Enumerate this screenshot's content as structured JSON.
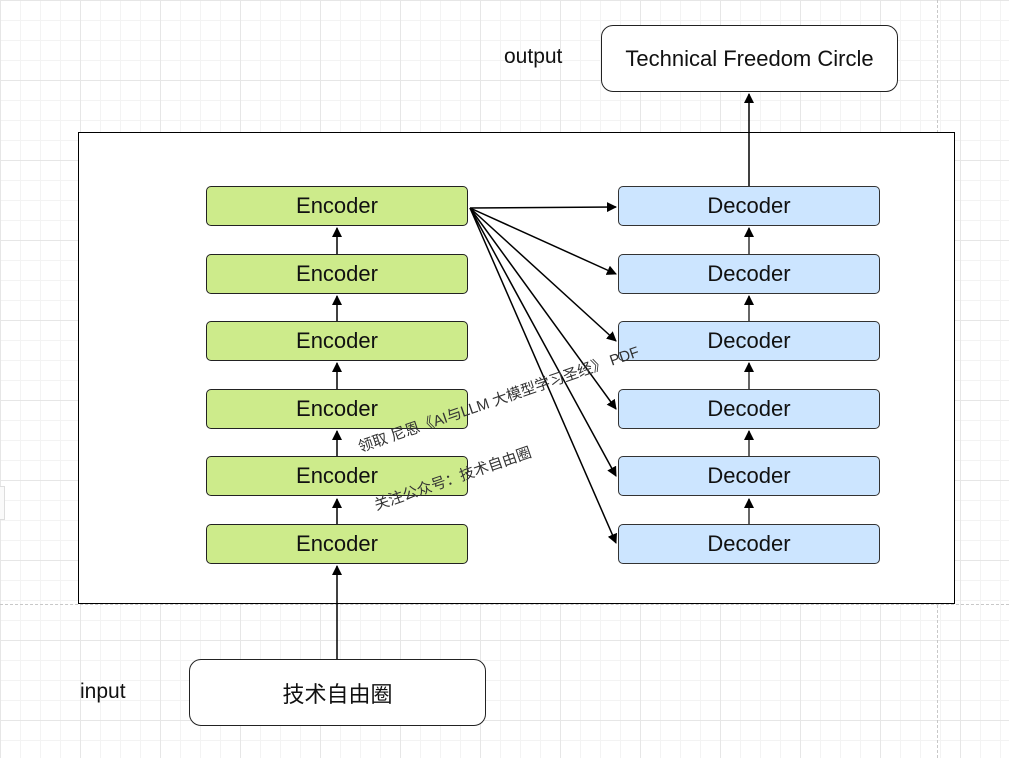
{
  "input": {
    "label": "input",
    "box_text": "技术自由圈"
  },
  "output": {
    "label": "output",
    "box_text": "Technical Freedom Circle"
  },
  "encoders": [
    "Encoder",
    "Encoder",
    "Encoder",
    "Encoder",
    "Encoder",
    "Encoder"
  ],
  "decoders": [
    "Decoder",
    "Decoder",
    "Decoder",
    "Decoder",
    "Decoder",
    "Decoder"
  ],
  "watermark": {
    "line1": "领取  尼恩《AI与LLM 大模型学习圣经》 PDF",
    "line2": "关注公众号：技术自由圈"
  }
}
